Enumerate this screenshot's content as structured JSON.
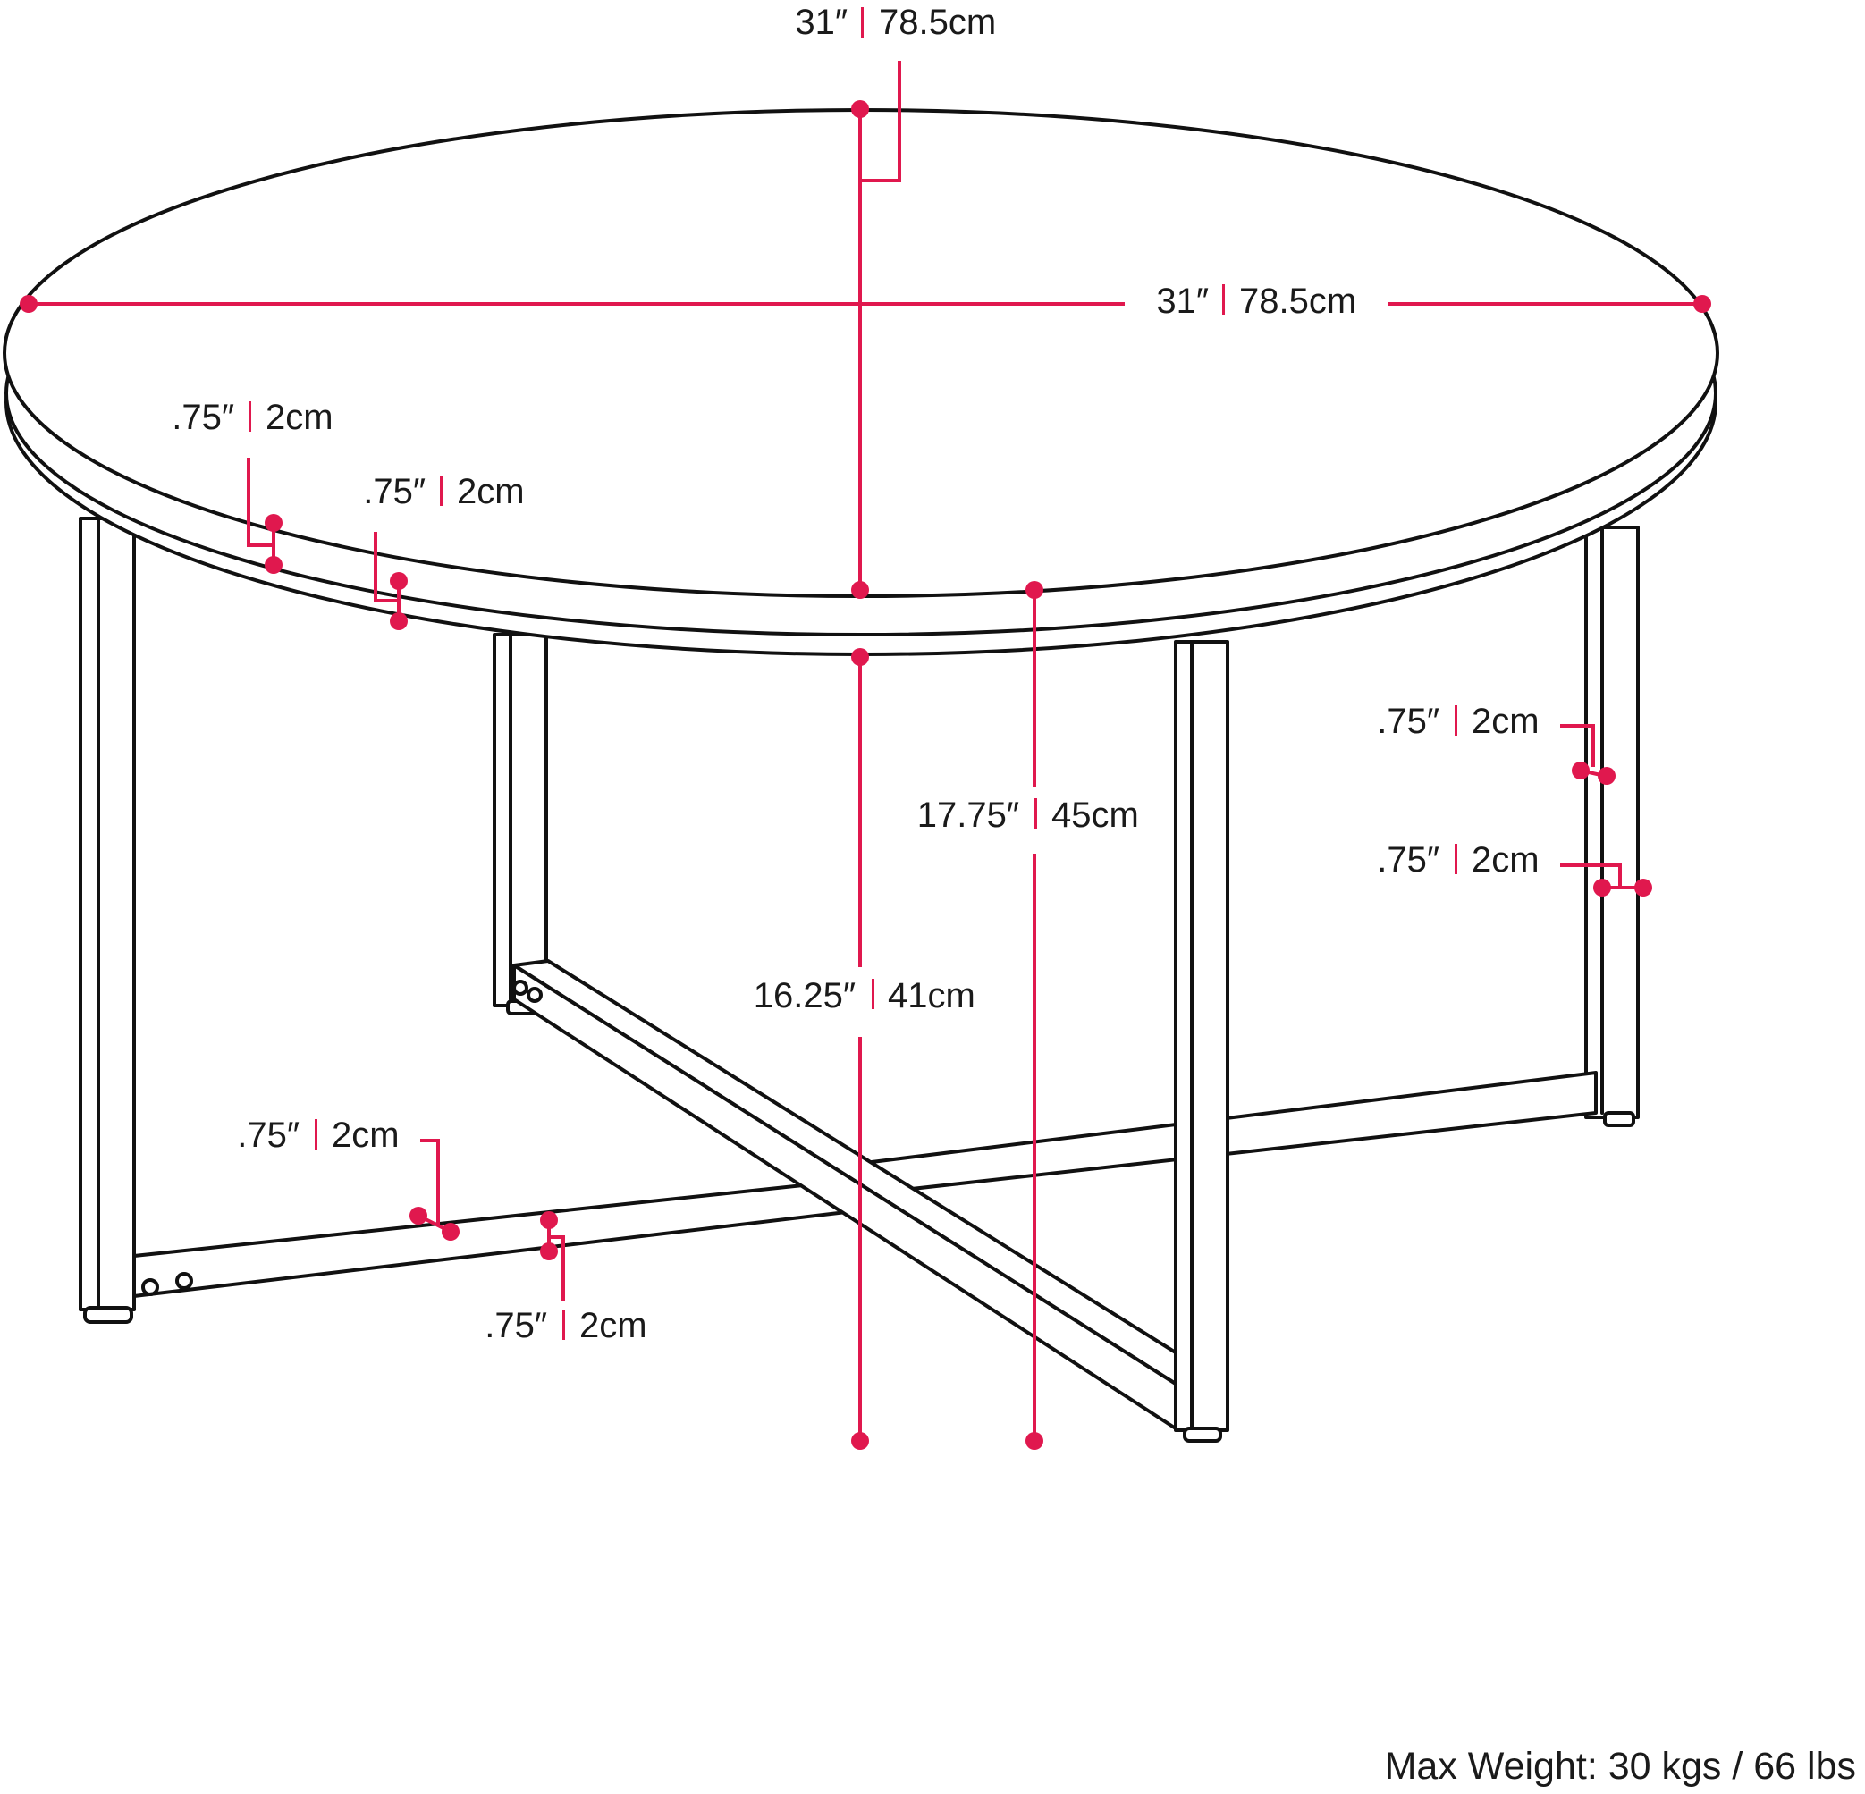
{
  "colors": {
    "dimension": "#e0184e",
    "outline": "#111111",
    "text": "#1a1a1a"
  },
  "dimensions": {
    "top_depth": {
      "imperial": "31″",
      "metric": "78.5cm"
    },
    "top_width": {
      "imperial": "31″",
      "metric": "78.5cm"
    },
    "top_thickness": {
      "imperial": ".75″",
      "metric": "2cm"
    },
    "apron_height": {
      "imperial": ".75″",
      "metric": "2cm"
    },
    "leg_depth": {
      "imperial": ".75″",
      "metric": "2cm"
    },
    "leg_width": {
      "imperial": ".75″",
      "metric": "2cm"
    },
    "total_height": {
      "imperial": "17.75″",
      "metric": "45cm"
    },
    "clearance": {
      "imperial": "16.25″",
      "metric": "41cm"
    },
    "rail_height": {
      "imperial": ".75″",
      "metric": "2cm"
    },
    "rail_depth": {
      "imperial": ".75″",
      "metric": "2cm"
    }
  },
  "footer": {
    "max_weight": "Max Weight: 30 kgs / 66 lbs"
  }
}
